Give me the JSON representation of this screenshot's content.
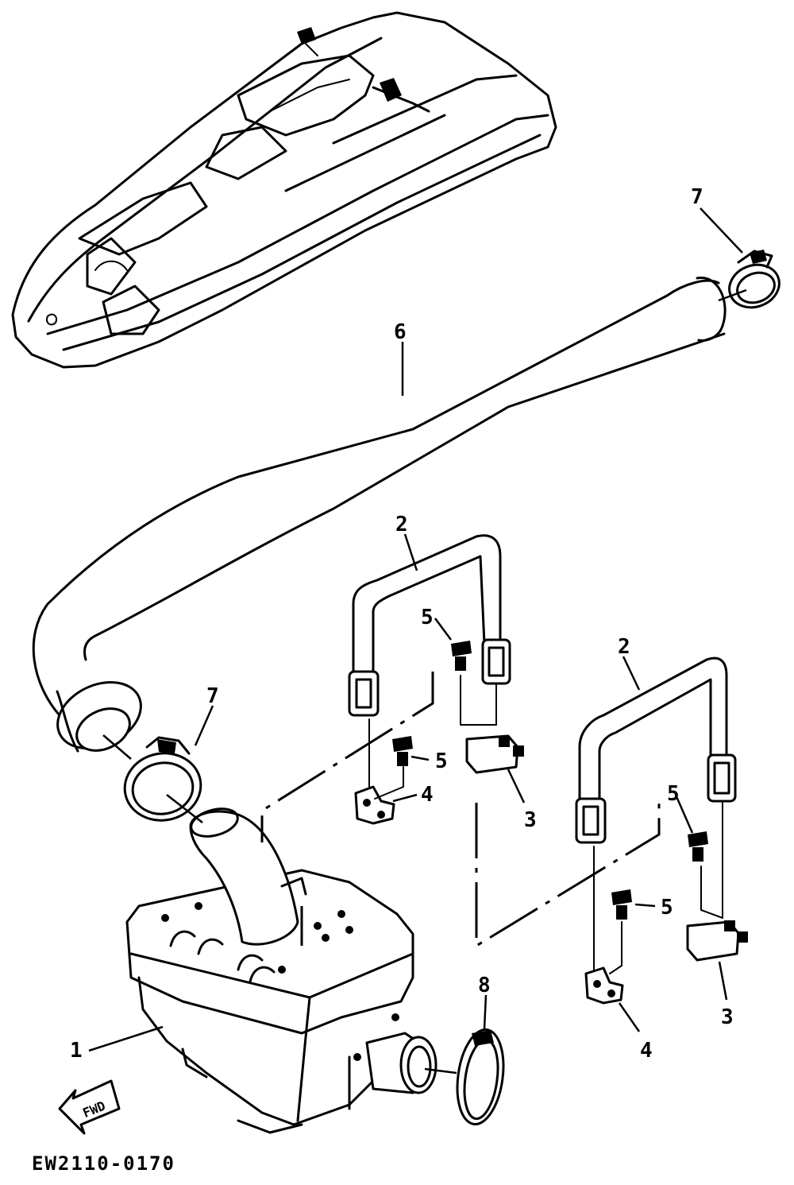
{
  "diagram": {
    "drawing_code": "EW2110-0170",
    "fwd_label": "FWD",
    "callouts": {
      "muffler": "1",
      "band_left": "2",
      "band_right": "2",
      "damper_left": "3",
      "damper_right": "3",
      "clip_left": "4",
      "clip_right": "4",
      "bolt_a": "5",
      "bolt_b": "5",
      "bolt_c": "5",
      "bolt_d": "5",
      "hose": "6",
      "clamp_top": "7",
      "clamp_mid": "7",
      "clamp_outlet": "8"
    }
  }
}
